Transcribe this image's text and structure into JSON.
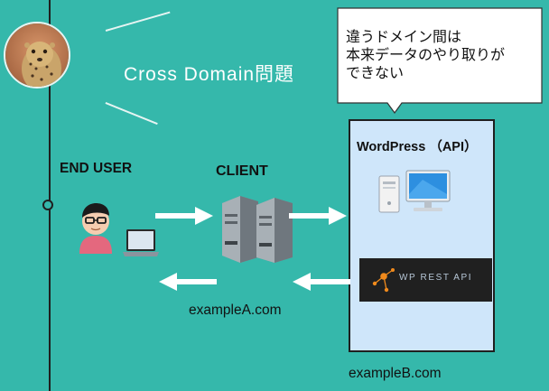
{
  "slide": {
    "title": "Cross Domain問題",
    "callout_text": "違うドメイン間は\n本来データのやり取りが\nできない",
    "api_label": "WordPress （API）",
    "end_user_label": "END USER",
    "client_label": "CLIENT",
    "domain_a": "exampleA.com",
    "domain_b": "exampleB.com",
    "rest_api_text": "WP REST API"
  },
  "icons": [
    "leopard-avatar-image",
    "user-icon",
    "laptop-icon",
    "server-icon",
    "desktop-computer-icon",
    "wp-rest-api-logo",
    "right-arrow-icon",
    "left-arrow-icon"
  ],
  "colors": {
    "background": "#35b8ab",
    "panel": "#cfe6fa",
    "arrow": "#ffffff",
    "rest_dot": "#f08a1c"
  }
}
